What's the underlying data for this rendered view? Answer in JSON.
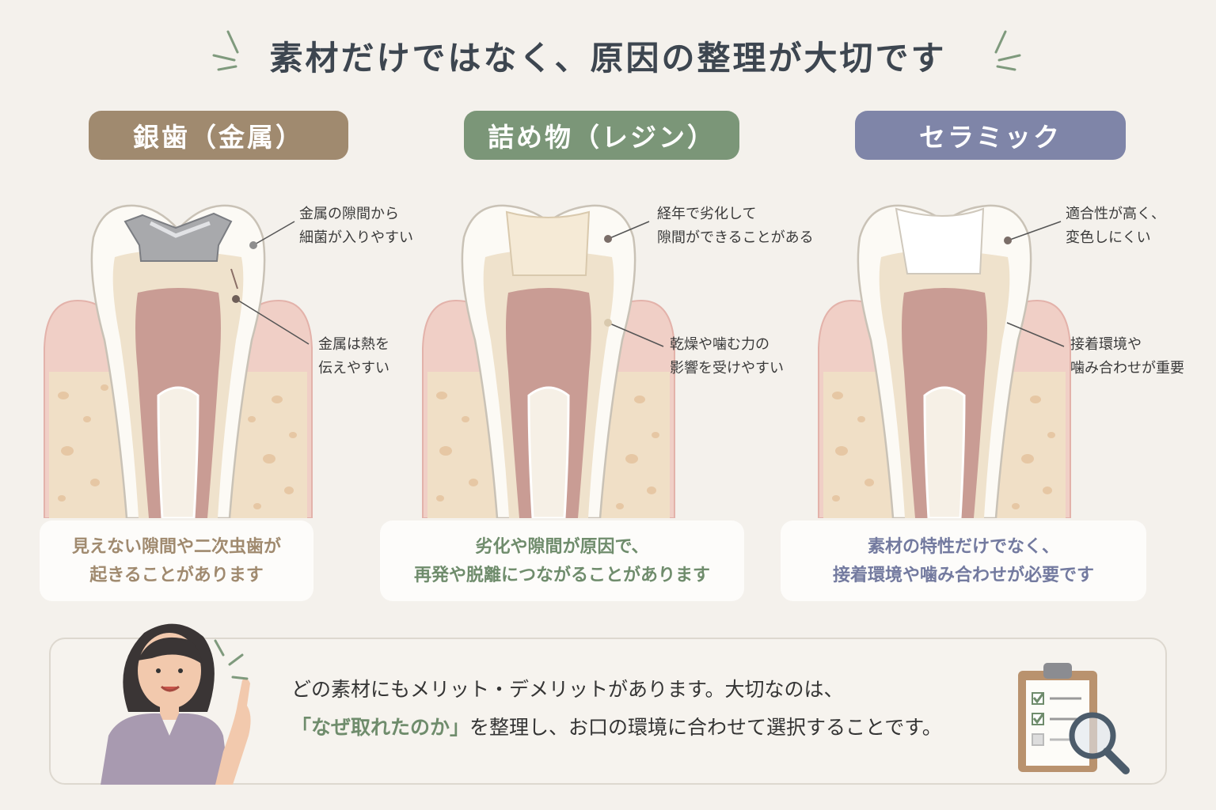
{
  "title": "素材だけではなく、原因の整理が大切です",
  "colors": {
    "metal": "#a08a6f",
    "resin": "#7b9678",
    "ceramic": "#7f85a8",
    "background": "#f4f1ec"
  },
  "columns": [
    {
      "label": "銀歯（金属）",
      "callouts": [
        {
          "lines": [
            "金属の隙間から",
            "細菌が入りやすい"
          ]
        },
        {
          "lines": [
            "金属は熱を",
            "伝えやすい"
          ]
        }
      ],
      "summary": [
        "見えない隙間や二次虫歯が",
        "起きることがあります"
      ]
    },
    {
      "label": "詰め物（レジン）",
      "callouts": [
        {
          "lines": [
            "経年で劣化して",
            "隙間ができることがある"
          ]
        },
        {
          "lines": [
            "乾燥や噛む力の",
            "影響を受けやすい"
          ]
        }
      ],
      "summary": [
        "劣化や隙間が原因で、",
        "再発や脱離につながることがあります"
      ]
    },
    {
      "label": "セラミック",
      "callouts": [
        {
          "lines": [
            "適合性が高く、",
            "変色しにくい"
          ]
        },
        {
          "lines": [
            "接着環境や",
            "噛み合わせが重要"
          ]
        }
      ],
      "summary": [
        "素材の特性だけでなく、",
        "接着環境や噛み合わせが必要です"
      ]
    }
  ],
  "message": {
    "line1": "どの素材にもメリット・デメリットがあります。大切なのは、",
    "line2_highlight": "「なぜ取れたのか」",
    "line2_rest": "を整理し、お口の環境に合わせて選択することです。"
  },
  "icons": [
    "doctor-illustration",
    "clipboard-checklist-icon",
    "magnifier-icon"
  ]
}
